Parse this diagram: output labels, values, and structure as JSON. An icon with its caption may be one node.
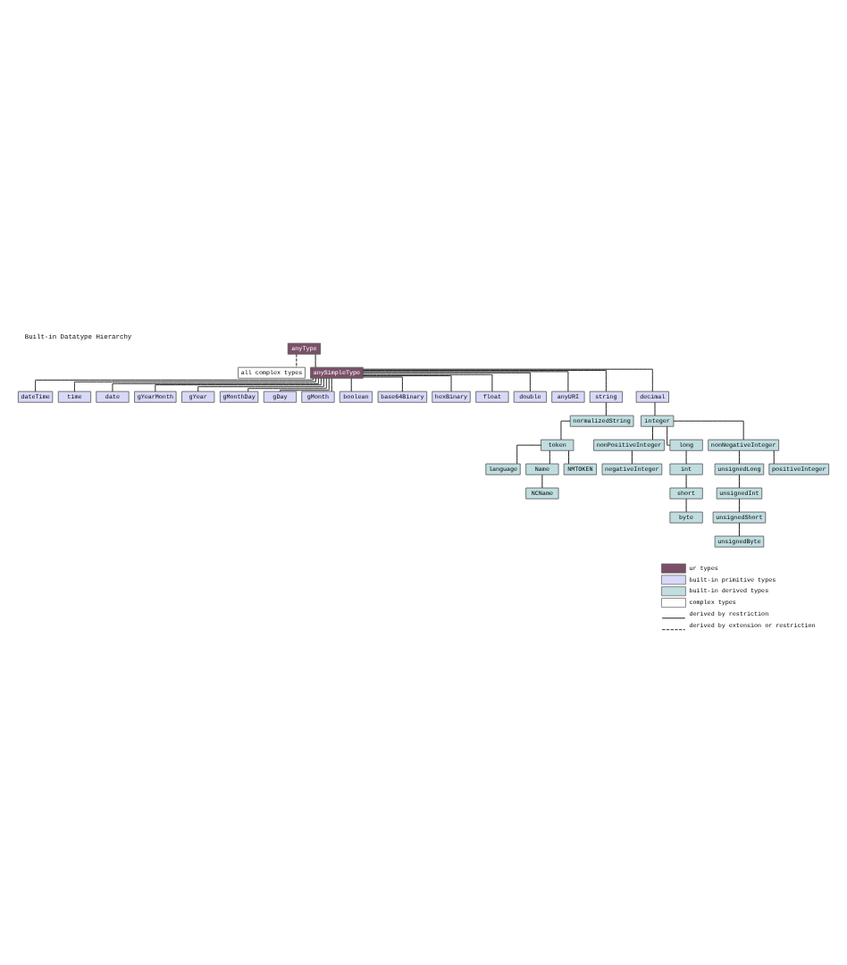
{
  "diagram": {
    "title": "Built-in Datatype Hierarchy",
    "nodes": [
      {
        "text": [
          "anyType"
        ]
      },
      {
        "text": [
          "all complex types"
        ]
      },
      {
        "text": [
          "anySimpleType"
        ]
      },
      {
        "text": [
          "dateTime"
        ]
      },
      {
        "text": [
          "time"
        ]
      },
      {
        "text": [
          "date"
        ]
      },
      {
        "text": [
          "gYearMonth"
        ]
      },
      {
        "text": [
          "gYear"
        ]
      },
      {
        "text": [
          "gMonthDay"
        ]
      },
      {
        "text": [
          "gDay"
        ]
      },
      {
        "text": [
          "gMonth"
        ]
      },
      {
        "text": [
          "boolean"
        ]
      },
      {
        "text": [
          "base64Binary"
        ]
      },
      {
        "text": [
          "hexBinary"
        ]
      },
      {
        "text": [
          "float"
        ]
      },
      {
        "text": [
          "double"
        ]
      },
      {
        "text": [
          "anyURI"
        ]
      },
      {
        "text": [
          "string"
        ]
      },
      {
        "text": [
          "decimal"
        ]
      },
      {
        "text": [
          "normalizedString"
        ]
      },
      {
        "text": [
          "integer"
        ]
      },
      {
        "text": [
          "token"
        ]
      },
      {
        "text": [
          "nonPositiveInteger"
        ]
      },
      {
        "text": [
          "long"
        ]
      },
      {
        "text": [
          "nonNegativeInteger"
        ]
      },
      {
        "text": [
          "language"
        ]
      },
      {
        "text": [
          "Name"
        ]
      },
      {
        "text": [
          "NMTOKEN"
        ]
      },
      {
        "text": [
          "negativeInteger"
        ]
      },
      {
        "text": [
          "int"
        ]
      },
      {
        "text": [
          "unsignedLong"
        ]
      },
      {
        "text": [
          "positiveInteger"
        ]
      },
      {
        "text": [
          "NCName"
        ]
      },
      {
        "text": [
          "short"
        ]
      },
      {
        "text": [
          "unsignedInt"
        ]
      },
      {
        "text": [
          "byte"
        ]
      },
      {
        "text": [
          "unsignedShort"
        ]
      },
      {
        "text": [
          "unsignedByte"
        ]
      }
    ],
    "edges": [
      {
        "from": 0,
        "to": 1,
        "arrow": "none",
        "style": "dashed"
      },
      {
        "from": 0,
        "to": 2,
        "arrow": "none"
      },
      {
        "from": 2,
        "to": 3,
        "arrow": "none"
      },
      {
        "from": 2,
        "to": 4,
        "arrow": "none"
      },
      {
        "from": 2,
        "to": 5,
        "arrow": "none"
      },
      {
        "from": 2,
        "to": 6,
        "arrow": "none"
      },
      {
        "from": 2,
        "to": 7,
        "arrow": "none"
      },
      {
        "from": 2,
        "to": 8,
        "arrow": "none"
      },
      {
        "from": 2,
        "to": 9,
        "arrow": "none"
      },
      {
        "from": 2,
        "to": 10,
        "arrow": "none"
      },
      {
        "from": 2,
        "to": 11,
        "arrow": "none"
      },
      {
        "from": 2,
        "to": 12,
        "arrow": "none"
      },
      {
        "from": 2,
        "to": 13,
        "arrow": "none"
      },
      {
        "from": 2,
        "to": 14,
        "arrow": "none"
      },
      {
        "from": 2,
        "to": 15,
        "arrow": "none"
      },
      {
        "from": 2,
        "to": 16,
        "arrow": "none"
      },
      {
        "from": 2,
        "to": 17,
        "arrow": "none"
      },
      {
        "from": 2,
        "to": 18,
        "arrow": "none"
      },
      {
        "from": 17,
        "to": 19,
        "arrow": "none"
      },
      {
        "from": 18,
        "to": 20,
        "arrow": "none"
      },
      {
        "from": 19,
        "to": 21,
        "arrow": "none"
      },
      {
        "from": 20,
        "to": 22,
        "arrow": "none"
      },
      {
        "from": 20,
        "to": 23,
        "arrow": "none"
      },
      {
        "from": 20,
        "to": 24,
        "arrow": "none"
      },
      {
        "from": 21,
        "to": 25,
        "arrow": "none"
      },
      {
        "from": 21,
        "to": 26,
        "arrow": "none"
      },
      {
        "from": 21,
        "to": 27,
        "arrow": "none"
      },
      {
        "from": 22,
        "to": 28,
        "arrow": "none"
      },
      {
        "from": 23,
        "to": 29,
        "arrow": "none"
      },
      {
        "from": 24,
        "to": 30,
        "arrow": "none"
      },
      {
        "from": 24,
        "to": 31,
        "arrow": "none"
      },
      {
        "from": 26,
        "to": 32,
        "arrow": "none"
      },
      {
        "from": 29,
        "to": 33,
        "arrow": "none"
      },
      {
        "from": 30,
        "to": 34,
        "arrow": "none"
      },
      {
        "from": 33,
        "to": 35,
        "arrow": "none"
      },
      {
        "from": 34,
        "to": 36,
        "arrow": "none"
      },
      {
        "from": 36,
        "to": 37,
        "arrow": "none"
      }
    ],
    "legend": [
      {
        "text": "ur types",
        "color": "#7a5068"
      },
      {
        "text": "built-in primitive types",
        "color": "#d8d8f8"
      },
      {
        "text": "built-in derived types",
        "color": "#c0dde0"
      },
      {
        "text": "complex types",
        "color": "#ffffff"
      },
      {
        "text": "derived by restriction"
      },
      {
        "text": "derived by extension or restriction"
      }
    ]
  }
}
